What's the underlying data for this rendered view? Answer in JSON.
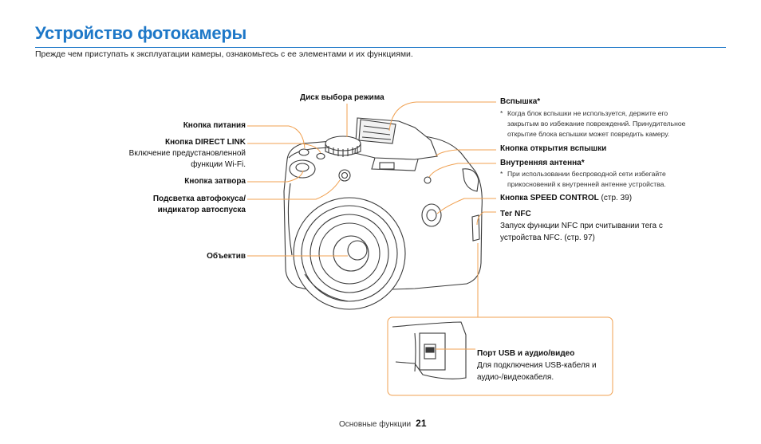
{
  "page": {
    "title": "Устройство фотокамеры",
    "intro": "Прежде чем приступать к эксплуатации камеры, ознакомьтесь с ее элементами и их функциями."
  },
  "labels": {
    "mode_dial": "Диск выбора режима",
    "power_button": "Кнопка питания",
    "direct_link_button": "Кнопка DIRECT LINK",
    "direct_link_desc_1": "Включение предустановленной",
    "direct_link_desc_2": "функции Wi-Fi.",
    "shutter_button": "Кнопка затвора",
    "af_lamp_1": "Подсветка автофокуса/",
    "af_lamp_2": "индикатор автоспуска",
    "lens": "Объектив",
    "flash": "Вспышка*",
    "flash_note_1": "Когда блок вспышки не используется, держите его",
    "flash_note_2": "закрытым во избежание повреждений. Принудительное",
    "flash_note_3": "открытие блока вспышки может повредить камеру.",
    "flash_open_button": "Кнопка открытия вспышки",
    "antenna": "Внутренняя антенна*",
    "antenna_note_1": "При использовании беспроводной сети избегайте",
    "antenna_note_2": "прикосновений к внутренней антенне устройства.",
    "speed_control": "Кнопка SPEED CONTROL",
    "speed_control_ref": " (стр. 39)",
    "nfc": "Тег NFC",
    "nfc_desc_1": "Запуск функции NFC при считывании тега с",
    "nfc_desc_2": "устройства NFC. (стр. 97)",
    "usb": "Порт USB и аудио/видео",
    "usb_desc_1": "Для подключения USB-кабеля и",
    "usb_desc_2": "аудио-/видеокабеля.",
    "note_mark": "*"
  },
  "footer": {
    "section": "Основные функции",
    "page_number": "21"
  },
  "colors": {
    "accent": "#1e78c8",
    "callout": "#f0a050"
  },
  "icons": {
    "camera": "camera-illustration"
  }
}
